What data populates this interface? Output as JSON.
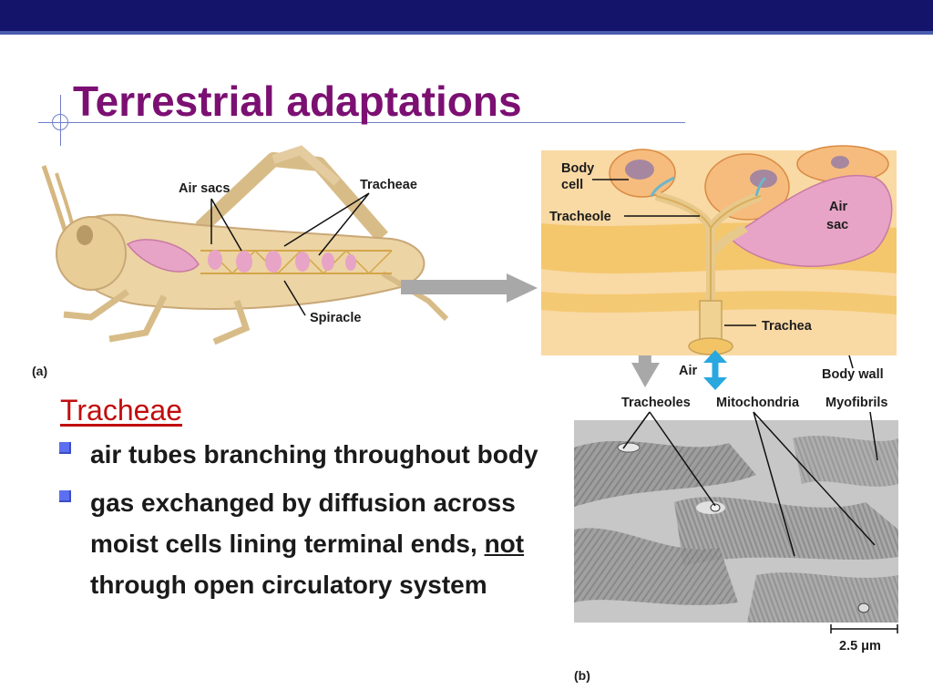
{
  "slide": {
    "title": "Terrestrial adaptations",
    "subheading": "Tracheae",
    "bullets": [
      {
        "text": "air tubes branching throughout body"
      },
      {
        "before": "gas exchanged by diffusion across moist cells lining terminal ends, ",
        "emph": "not",
        "after": " through open circulatory system"
      }
    ]
  },
  "figure": {
    "panel_a": {
      "label": "(a)",
      "annotations": {
        "air_sacs": "Air sacs",
        "tracheae": "Tracheae",
        "spiracle": "Spiracle"
      }
    },
    "panel_b": {
      "label": "(b)",
      "annotations": {
        "body_cell_line1": "Body",
        "body_cell_line2": "cell",
        "tracheole": "Tracheole",
        "air_sac_line1": "Air",
        "air_sac_line2": "sac",
        "trachea": "Trachea",
        "air": "Air",
        "body_wall": "Body wall",
        "tracheoles": "Tracheoles",
        "mitochondria": "Mitochondria",
        "myofibrils": "Myofibrils",
        "scale_bar": "2.5 μm"
      }
    }
  },
  "colors": {
    "title": "#7b1072",
    "subheading": "#c10d0d",
    "bullet": "#5b6ff0",
    "top_bar": "#14146b",
    "insect_body": "#ecd4a4",
    "air_sac": "#e7a4c6",
    "arrow_blue": "#29a8e0"
  }
}
